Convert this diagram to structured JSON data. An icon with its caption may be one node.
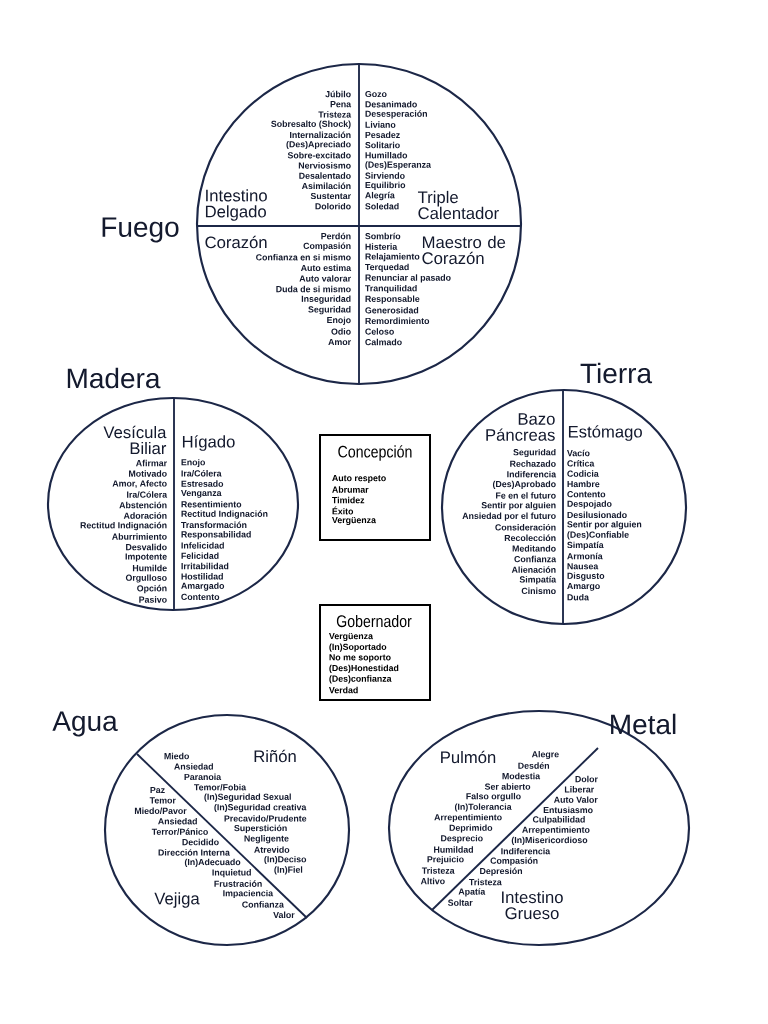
{
  "diagram": {
    "nodes": [
      {
        "text": [
          "Fuego"
        ]
      },
      {
        "text": [
          "Intestino Delgado",
          "Júbilo",
          "Pena",
          "Tristeza",
          "Sobresalto (Shock)",
          "Internalización",
          "(Des)Apreciado",
          "Sobre-excitado",
          "Nerviosismo",
          "Desalentado",
          "Asimilación",
          "Sustentar",
          "Dolorido"
        ],
        "in": 0
      },
      {
        "text": [
          "Triple Calentador",
          "Gozo",
          "Desanimado",
          "Desesperación",
          "Liviano",
          "Pesadez",
          "Solitario",
          "Humillado",
          "(Des)Esperanza",
          "Sirviendo",
          "Equilibrio",
          "Alegría",
          "Soledad"
        ],
        "in": 0
      },
      {
        "text": [
          "Corazón",
          "Perdón",
          "Compasión",
          "Confianza en si mismo",
          "Auto estima",
          "Auto valorar",
          "Duda de si mismo",
          "Inseguridad",
          "Seguridad",
          "Enojo",
          "Odio",
          "Amor"
        ],
        "in": 0
      },
      {
        "text": [
          "Maestro de Corazón",
          "Sombrío",
          "Histeria",
          "Relajamiento",
          "Terquedad",
          "Renunciar al pasado",
          "Tranquilidad",
          "Responsable",
          "Generosidad",
          "Remordimiento",
          "Celoso",
          "Calmado"
        ],
        "in": 0
      },
      {
        "text": [
          "Madera"
        ]
      },
      {
        "text": [
          "Vesícula Biliar",
          "Afirmar",
          "Motivado",
          "Amor, Afecto",
          "Ira/Cólera",
          "Abstención",
          "Adoración",
          "Rectitud Indignación",
          "Aburrimiento",
          "Desvalido",
          "Impotente",
          "Humilde",
          "Orgulloso",
          "Opción",
          "Pasivo"
        ],
        "in": 5
      },
      {
        "text": [
          "Hígado",
          "Enojo",
          "Ira/Cólera",
          "Estresado",
          "Venganza",
          "Resentimiento",
          "Rectitud Indignación",
          "Transformación",
          "Responsabilidad",
          "Infelicidad",
          "Felicidad",
          "Irritabilidad",
          "Hostilidad",
          "Amargado",
          "Contento"
        ],
        "in": 5
      },
      {
        "text": [
          "Tierra"
        ]
      },
      {
        "text": [
          "Bazo Páncreas",
          "Seguridad",
          "Rechazado",
          "Indiferencia",
          "(Des)Aprobado",
          "Fe en el futuro",
          "Sentir por alguien",
          "Ansiedad por el futuro",
          "Consideración",
          "Recolección",
          "Meditando",
          "Confianza",
          "Alienación",
          "Simpatía",
          "Cinismo"
        ],
        "in": 8
      },
      {
        "text": [
          "Estómago",
          "Vacío",
          "Crítica",
          "Codicia",
          "Hambre",
          "Contento",
          "Despojado",
          "Desilusionado",
          "Sentir por alguien",
          "(Des)Confiable",
          "Simpatía",
          "Armonía",
          "Nausea",
          "Disgusto",
          "Amargo",
          "Duda"
        ],
        "in": 8
      },
      {
        "text": [
          "Concepción",
          "Auto respeto",
          "Abrumar",
          "Timidez",
          "Éxito",
          "Vergüenza"
        ]
      },
      {
        "text": [
          "Gobernador",
          "Vergüenza",
          "(In)Soportado",
          "No me soporto",
          "(Des)Honestidad",
          "(Des)confianza",
          "Verdad"
        ]
      },
      {
        "text": [
          "Agua"
        ]
      },
      {
        "text": [
          "Riñón",
          "Miedo",
          "Ansiedad",
          "Paranoia",
          "Temor/Fobia",
          "(In)Seguridad Sexual",
          "(In)Seguridad creativa",
          "Precavido/Prudente",
          "Superstición",
          "Negligente",
          "Atrevido",
          "(In)Deciso",
          "(In)Fiel"
        ],
        "in": 13
      },
      {
        "text": [
          "Vejiga",
          "Paz",
          "Temor",
          "Miedo/Pavor",
          "Ansiedad",
          "Terror/Pánico",
          "Decidido",
          "Dirección Interna",
          "(In)Adecuado",
          "Inquietud",
          "Frustración",
          "Impaciencia",
          "Confianza",
          "Valor"
        ],
        "in": 13
      },
      {
        "text": [
          "Metal"
        ]
      },
      {
        "text": [
          "Pulmón",
          "Alegre",
          "Desdén",
          "Modestia",
          "Ser abierto",
          "Falso orgullo",
          "(In)Tolerancia",
          "Arrepentimiento",
          "Deprimido",
          "Desprecio",
          "Humildad",
          "Prejuicio",
          "Tristeza",
          "Altivo"
        ],
        "in": 16
      },
      {
        "text": [
          "Intestino Grueso",
          "Dolor",
          "Liberar",
          "Auto Valor",
          "Entusiasmo",
          "Culpabilidad",
          "Arrepentimiento",
          "(In)Misericordioso",
          "Indiferencia",
          "Compasión",
          "Depresión",
          "Tristeza",
          "Apatía",
          "Soltar"
        ],
        "in": 16
      }
    ]
  }
}
